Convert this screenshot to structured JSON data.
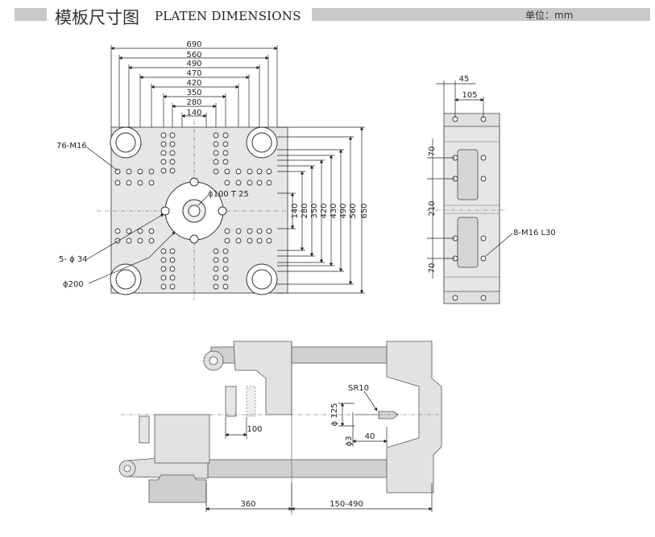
{
  "header": {
    "title_zh": "模板尺寸图",
    "title_en": "PLATEN DIMENSIONS",
    "unit": "单位：mm"
  },
  "front_view": {
    "top_dims": [
      "690",
      "560",
      "490",
      "470",
      "420",
      "350",
      "280",
      "140"
    ],
    "right_dims": [
      "140",
      "280",
      "350",
      "420",
      "430",
      "490",
      "560",
      "650"
    ],
    "callouts": {
      "tapped_holes": "76-M16",
      "center_bore": "ϕ100 T 25",
      "side_holes": "5- ϕ 34",
      "locating_ring": "ϕ200"
    }
  },
  "side_view": {
    "top_dims": [
      "45",
      "105"
    ],
    "left_dims": [
      "70",
      "210",
      "70"
    ],
    "callout": "8-M16 L30"
  },
  "section_view": {
    "sr_label": "SR10",
    "dia_125": "ϕ 125",
    "dia_3": "ϕ3",
    "dim_40": "40",
    "dim_100": "100",
    "dim_360": "360",
    "dim_150_490": "150-490"
  }
}
